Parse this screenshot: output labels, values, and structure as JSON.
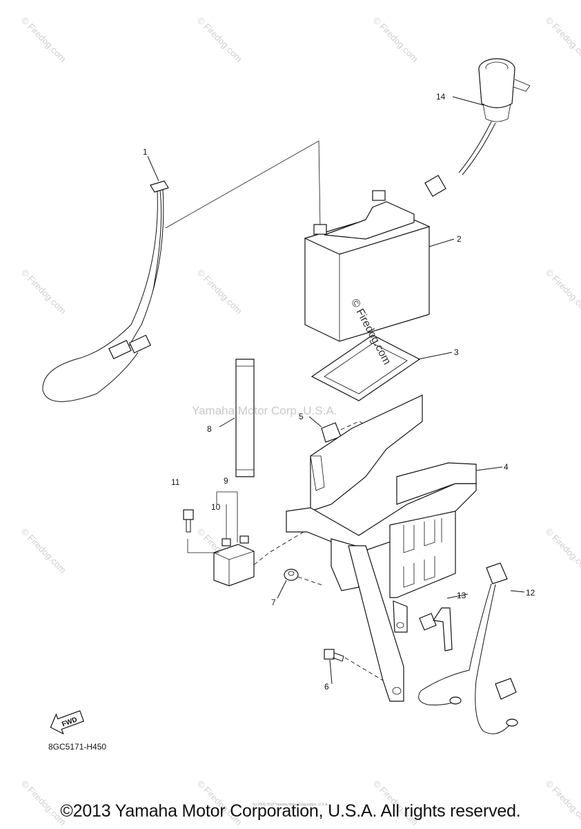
{
  "diagram": {
    "callouts": [
      "1",
      "2",
      "3",
      "4",
      "5",
      "6",
      "7",
      "8",
      "9",
      "10",
      "11",
      "12",
      "13",
      "14"
    ],
    "fwd_label": "FWD",
    "drawing_code": "8GC5171-H450",
    "watermark_center": "Yamaha Motor Corp. U.S.A.",
    "watermark_battery": "© Firedog.com",
    "watermark_tile": "© Firedog.com",
    "fine_print": "(c) 2005-2015 Yamaha Motor Corporation, U.S.A.",
    "copyright": "©2013 Yamaha Motor Corporation, U.S.A. All rights reserved."
  }
}
